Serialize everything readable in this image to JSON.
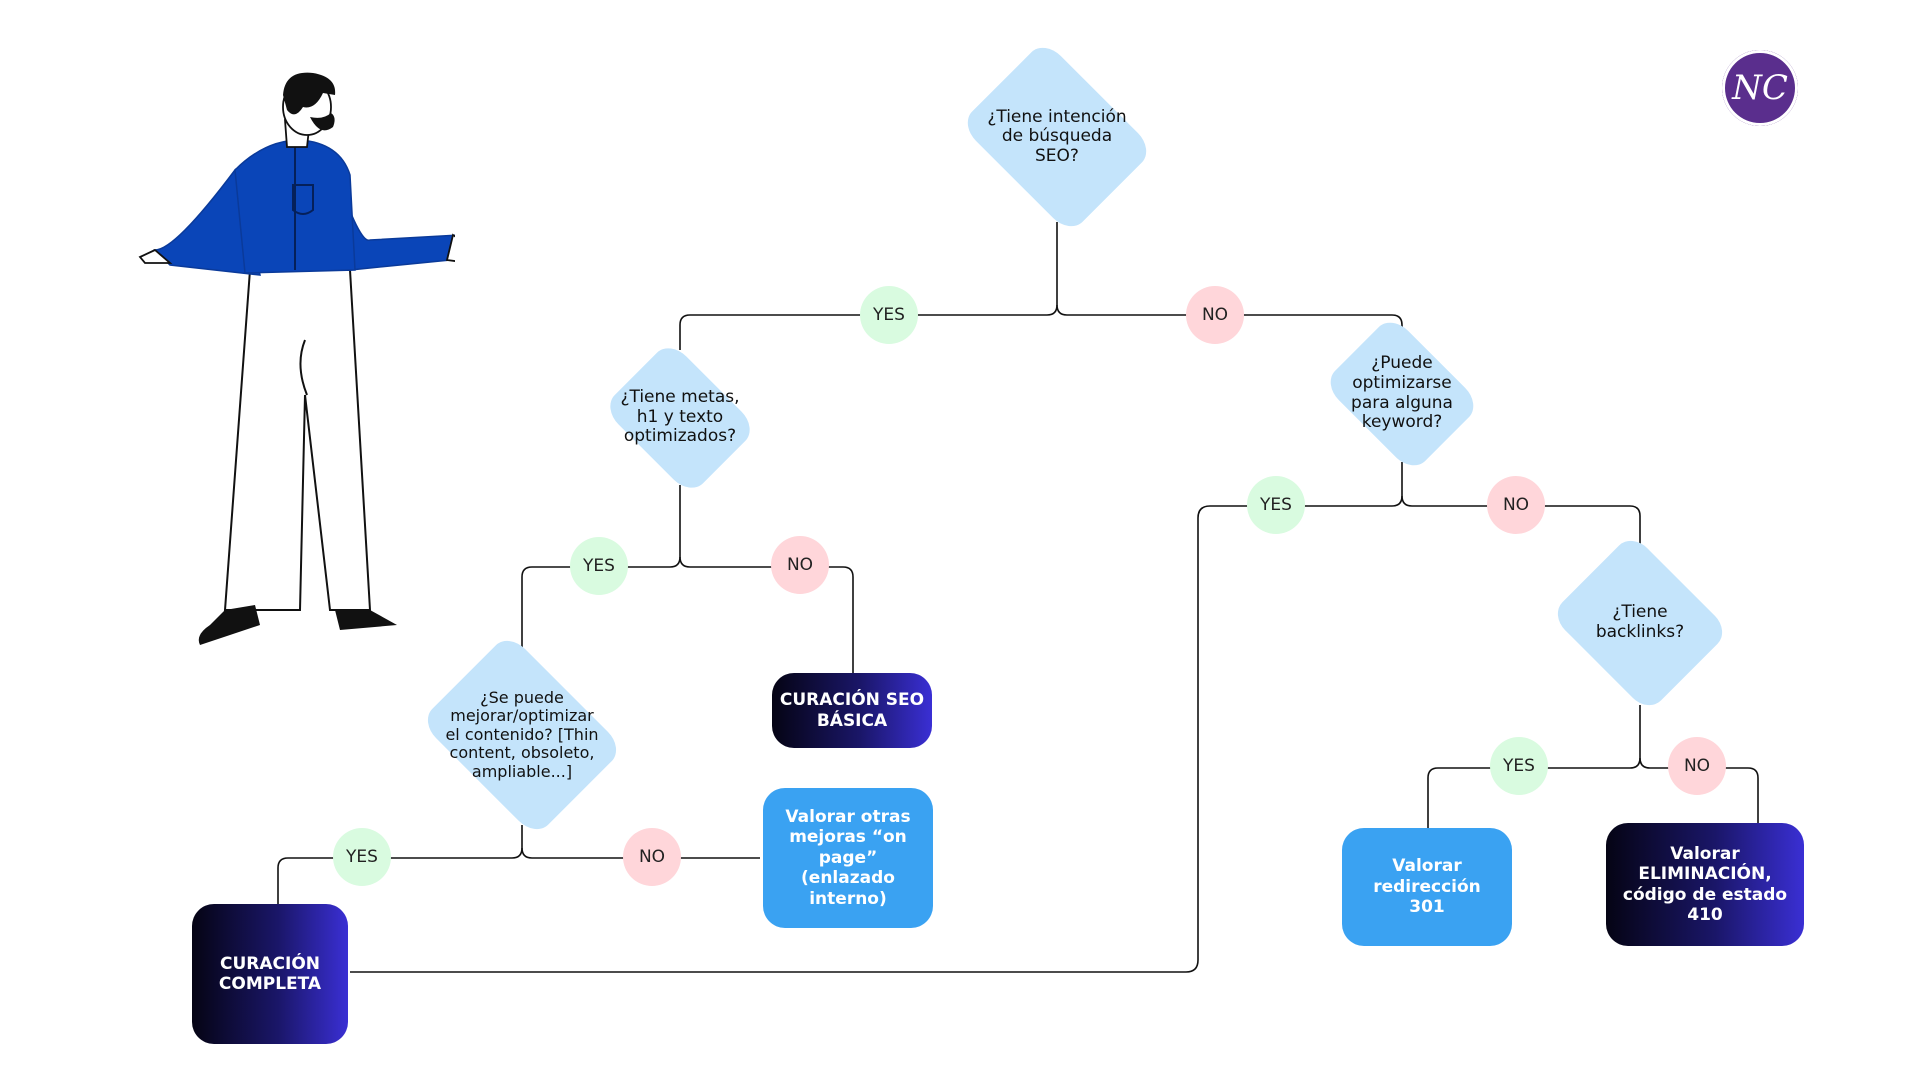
{
  "diagram": {
    "q_seo_intent": "¿Tiene intención\nde búsqueda\nSEO?",
    "q_metas": "¿Tiene metas,\nh1 y texto\noptimizados?",
    "q_keyword": "¿Puede\noptimizarse\npara alguna\nkeyword?",
    "q_improve": "¿Se puede\nmejorar/optimizar\nel contenido? [Thin\ncontent, obsoleto,\nampliable...]",
    "q_backlinks": "¿Tiene\nbacklinks?",
    "yes_label": "YES",
    "no_label": "NO",
    "r_curacion_basica": "CURACIÓN SEO\nBÁSICA",
    "r_otras_mejoras": "Valorar otras\nmejoras “on page”\n(enlazado interno)",
    "r_curacion_completa": "CURACIÓN\nCOMPLETA",
    "r_redireccion": "Valorar redirección\n301",
    "r_eliminacion": "Valorar ELIMINACIÓN,\ncódigo de estado 410"
  },
  "logo": {
    "text": "NC",
    "color": "#5a2e8d"
  },
  "colors": {
    "question": "#c4e4fb",
    "yes": "#d9fbe0",
    "no": "#ffd6da",
    "result_blue": "#3aa2f2",
    "result_dark_start": "#050414",
    "result_dark_end": "#3a2fd4"
  }
}
